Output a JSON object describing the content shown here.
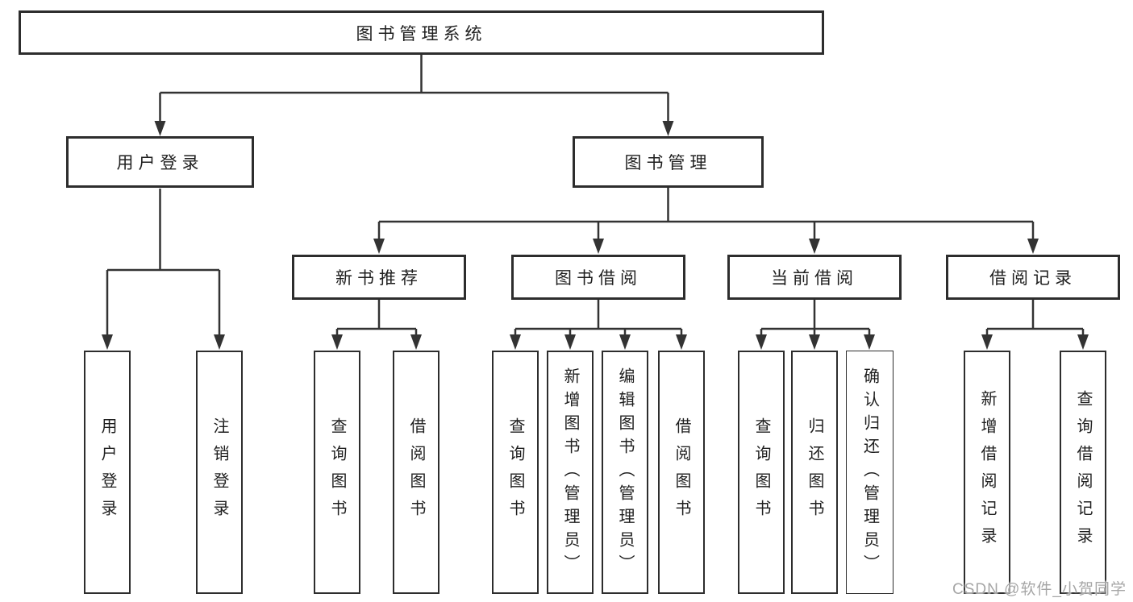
{
  "diagram": {
    "root": {
      "label": "图书管理系统"
    },
    "level2": [
      {
        "label": "用户登录"
      },
      {
        "label": "图书管理"
      }
    ],
    "level3": [
      {
        "label": "新书推荐"
      },
      {
        "label": "图书借阅"
      },
      {
        "label": "当前借阅"
      },
      {
        "label": "借阅记录"
      }
    ],
    "leaves": [
      {
        "label": "用户登录"
      },
      {
        "label": "注销登录"
      },
      {
        "label": "查询图书"
      },
      {
        "label": "借阅图书"
      },
      {
        "label": "查询图书"
      },
      {
        "label": "新增图书（管理员）"
      },
      {
        "label": "编辑图书（管理员）"
      },
      {
        "label": "借阅图书"
      },
      {
        "label": "查询图书"
      },
      {
        "label": "归还图书"
      },
      {
        "label": "确认归还（管理员）"
      },
      {
        "label": "新增借阅记录"
      },
      {
        "label": "查询借阅记录"
      }
    ]
  },
  "watermark": {
    "text": "CSDN @软件_小贺同学"
  },
  "colors": {
    "line": "#333333",
    "border": "#2d2d2d",
    "text": "#1f1f1f",
    "watermark": "#a6a6a6",
    "background": "#ffffff"
  }
}
